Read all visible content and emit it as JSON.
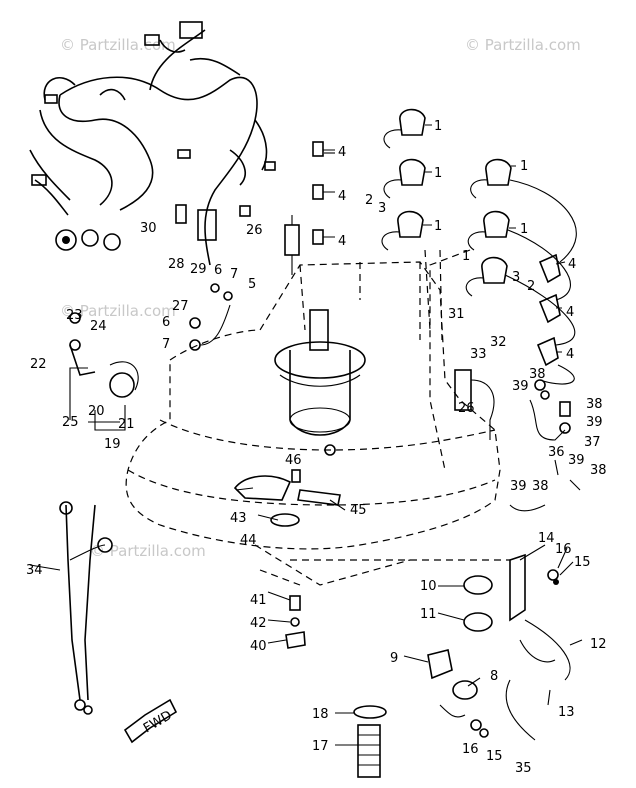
{
  "watermarks": [
    "© Partzilla.com",
    "© Partzilla.com",
    "© Partzilla.com",
    "© Partzilla.com"
  ],
  "callouts": {
    "c1a": "1",
    "c1b": "1",
    "c1c": "1",
    "c1d": "1",
    "c1e": "1",
    "c1f": "1",
    "c2a": "2",
    "c2b": "2",
    "c3a": "3",
    "c3b": "3",
    "c4a": "4",
    "c4b": "4",
    "c4c": "4",
    "c4d": "4",
    "c4e": "4",
    "c4f": "4",
    "c5": "5",
    "c6a": "6",
    "c6b": "6",
    "c7a": "7",
    "c7b": "7",
    "c8": "8",
    "c9": "9",
    "c10": "10",
    "c11": "11",
    "c12": "12",
    "c13": "13",
    "c14": "14",
    "c15a": "15",
    "c15b": "15",
    "c16a": "16",
    "c16b": "16",
    "c17": "17",
    "c18": "18",
    "c19": "19",
    "c20": "20",
    "c21": "21",
    "c22": "22",
    "c23": "23",
    "c24": "24",
    "c25": "25",
    "c26a": "26",
    "c26b": "26",
    "c27": "27",
    "c28": "28",
    "c29": "29",
    "c30": "30",
    "c31": "31",
    "c32": "32",
    "c33": "33",
    "c34": "34",
    "c35": "35",
    "c36": "36",
    "c37": "37",
    "c38a": "38",
    "c38b": "38",
    "c38c": "38",
    "c38d": "38",
    "c39a": "39",
    "c39b": "39",
    "c39c": "39",
    "c39d": "39",
    "c40": "40",
    "c41": "41",
    "c42": "42",
    "c43": "43",
    "c44": "44",
    "c45": "45",
    "c46": "46"
  },
  "fwd_label": "FWD"
}
